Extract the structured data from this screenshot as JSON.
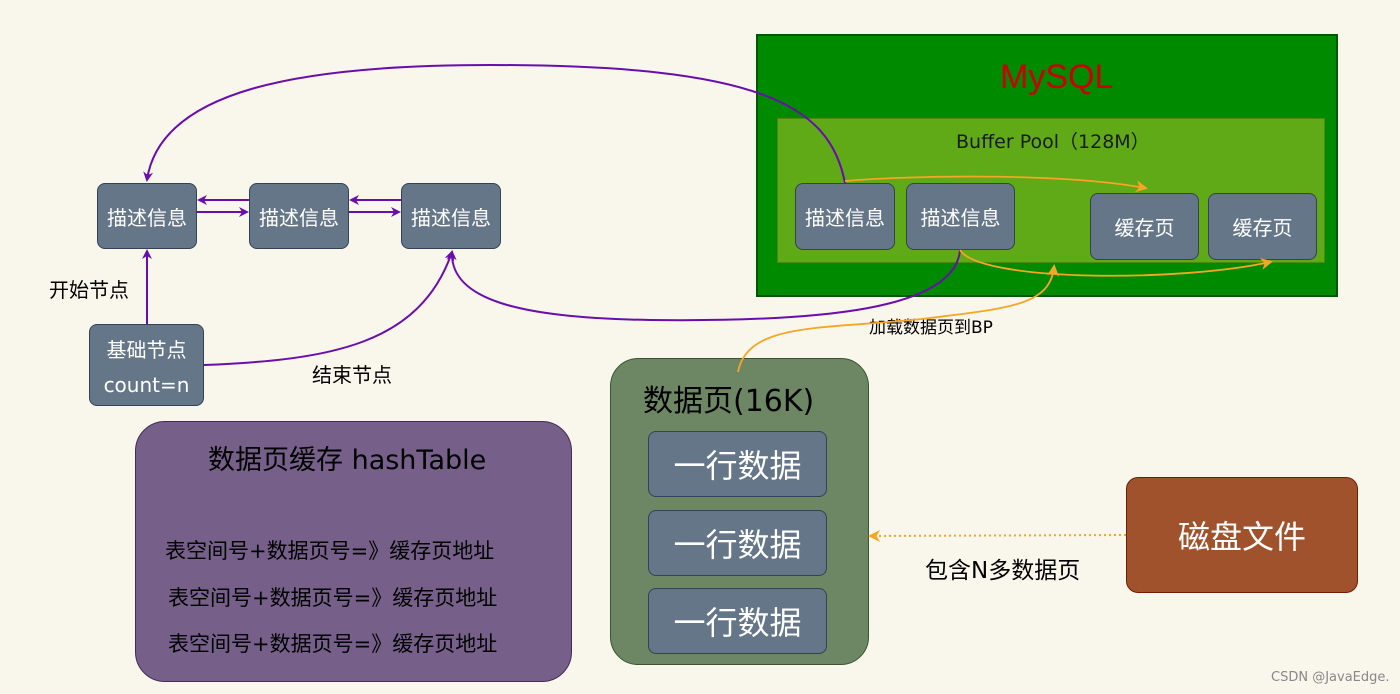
{
  "mysql": {
    "title": "MySQL",
    "buffer_pool_label": "Buffer Pool（128M）",
    "desc_nodes": [
      "描述信息",
      "描述信息"
    ],
    "cache_pages": [
      "缓存页",
      "缓存页"
    ]
  },
  "linked_list": {
    "nodes": [
      "描述信息",
      "描述信息",
      "描述信息"
    ],
    "base_node_line1": "基础节点",
    "base_node_line2": "count=n",
    "start_label": "开始节点",
    "end_label": "结束节点"
  },
  "hashtable": {
    "title": "数据页缓存 hashTable",
    "rows": [
      "表空间号+数据页号=》缓存页地址",
      "表空间号+数据页号=》缓存页地址",
      "表空间号+数据页号=》缓存页地址"
    ]
  },
  "data_page": {
    "title": "数据页(16K)",
    "rows": [
      "一行数据",
      "一行数据",
      "一行数据"
    ]
  },
  "disk": {
    "label": "磁盘文件",
    "contains_label": "包含N多数据页"
  },
  "load_label": "加载数据页到BP",
  "watermark": "CSDN @JavaEdge.",
  "colors": {
    "purple_edge": "#6a0dad",
    "orange_edge": "#f5a623",
    "node_fill": "#647687",
    "mysql_fill": "#008a00",
    "buffer_pool_fill": "#60a917",
    "hashtable_fill": "#76608a",
    "data_page_fill": "#6d8764",
    "disk_fill": "#a0522d",
    "mysql_title": "#cc0000"
  }
}
